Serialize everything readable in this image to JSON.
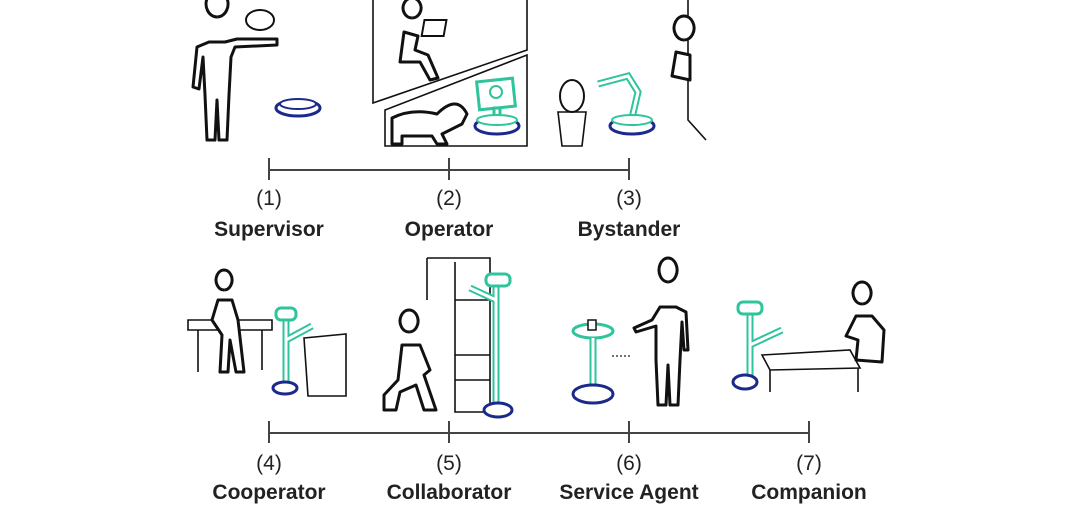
{
  "colors": {
    "robot": "#2fc49c",
    "robot_base": "#1b2a8a",
    "line": "#444444",
    "text": "#222222"
  },
  "top_row": [
    {
      "number": "(1)",
      "label": "Supervisor"
    },
    {
      "number": "(2)",
      "label": "Operator"
    },
    {
      "number": "(3)",
      "label": "Bystander"
    }
  ],
  "bottom_row": [
    {
      "number": "(4)",
      "label": "Cooperator"
    },
    {
      "number": "(5)",
      "label": "Collaborator"
    },
    {
      "number": "(6)",
      "label": "Service Agent"
    },
    {
      "number": "(7)",
      "label": "Companion"
    }
  ]
}
